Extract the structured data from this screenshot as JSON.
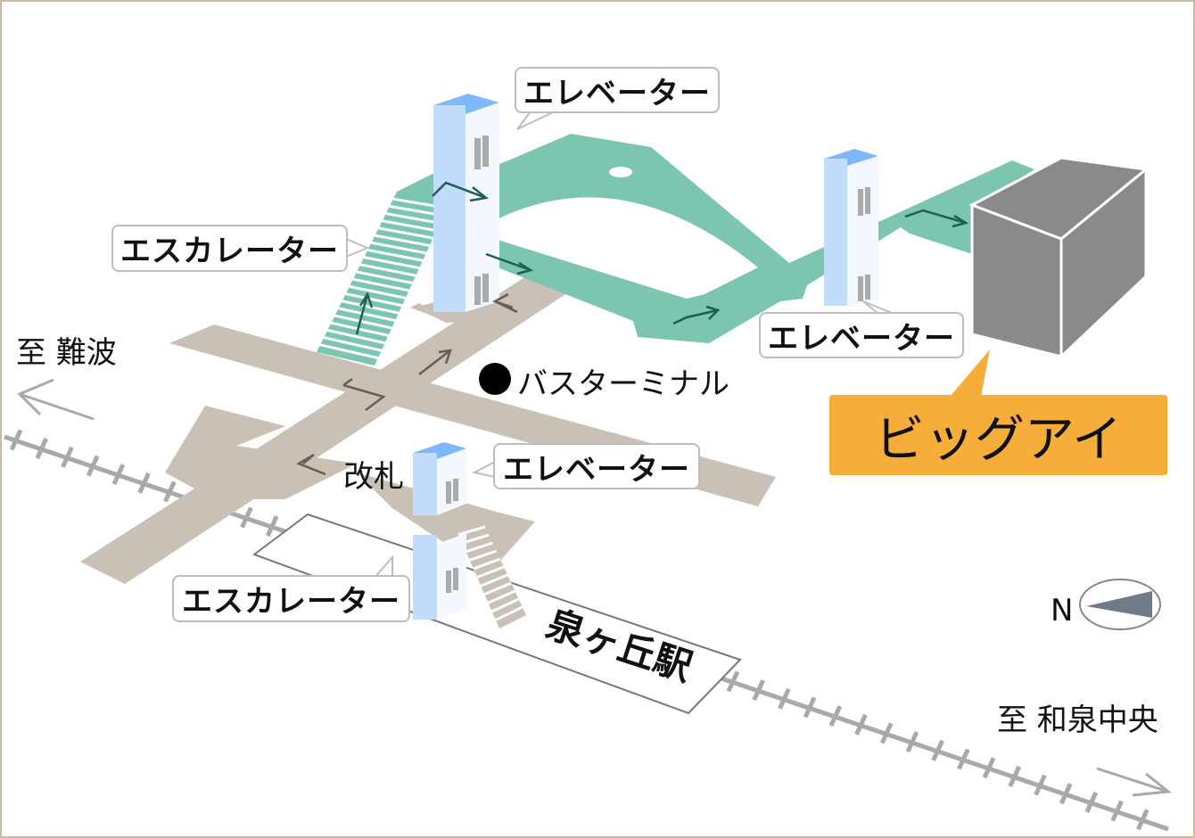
{
  "labels": {
    "elevator_top": "エレベーター",
    "escalator_left": "エスカレーター",
    "elevator_right": "エレベーター",
    "elevator_bottom": "エレベーター",
    "escalator_bottom": "エスカレーター",
    "big_eye": "ビッグアイ",
    "to_namba": "至 難波",
    "to_izumi_chuo": "至 和泉中央",
    "bus_terminal": "バスターミナル",
    "ticket_gate": "改札",
    "station": "泉ヶ丘駅",
    "north": "N"
  },
  "colors": {
    "walkway_2f": "#7cc5b1",
    "concourse": "#c9c0b6",
    "elevator": "#c2ddfc",
    "highlight": "#f7ad3a",
    "building": "#888888",
    "frame": "#c9bca6"
  }
}
